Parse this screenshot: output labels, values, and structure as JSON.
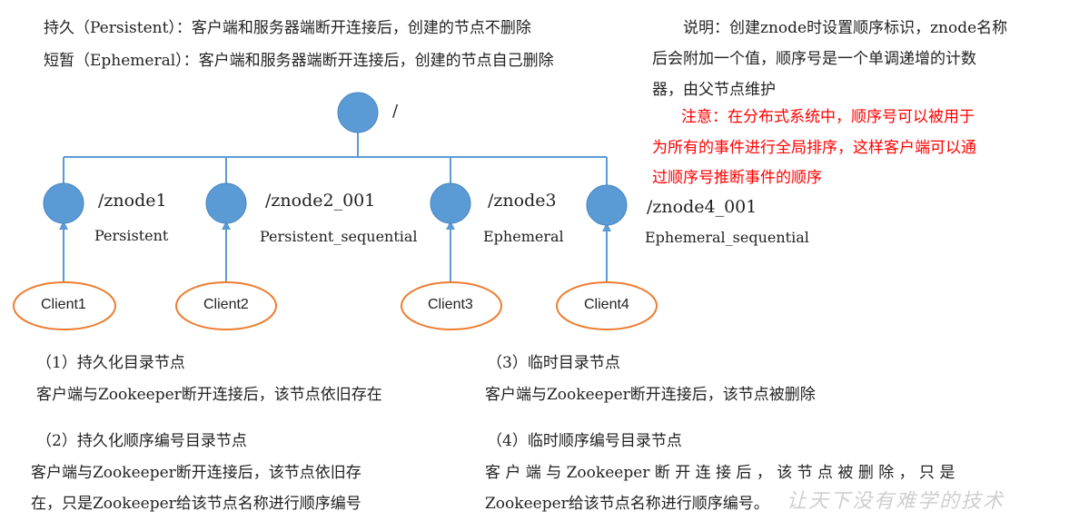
{
  "top_notes": {
    "persistent": "持久（Persistent）：客户端和服务器端断开连接后，创建的节点不删除",
    "ephemeral": "短暂（Ephemeral）：客户端和服务器端断开连接后，创建的节点自己删除"
  },
  "explanation": {
    "line1": "说明：创建znode时设置顺序标识，znode名称",
    "line2": "后会附加一个值，顺序号是一个单调递增的计数",
    "line3": "器，由父节点维护",
    "notice1": "注意：在分布式系统中，顺序号可以被用于",
    "notice2": "为所有的事件进行全局排序，这样客户端可以通",
    "notice3": "过顺序号推断事件的顺序"
  },
  "tree": {
    "root_label": "/",
    "nodes": [
      {
        "path": "/znode1",
        "type": "Persistent",
        "client": "Client1"
      },
      {
        "path": "/znode2_001",
        "type": "Persistent_sequential",
        "client": "Client2"
      },
      {
        "path": "/znode3",
        "type": "Ephemeral",
        "client": "Client3"
      },
      {
        "path": "/znode4_001",
        "type": "Ephemeral_sequential",
        "client": "Client4"
      }
    ],
    "node_color": "#5b9bd5",
    "client_border_color": "#ed7d31",
    "line_color": "#5b9bd5"
  },
  "descriptions": [
    {
      "title": "（1）持久化目录节点",
      "line1": "客户端与Zookeeper断开连接后，该节点依旧存在",
      "line2": ""
    },
    {
      "title": "（2）持久化顺序编号目录节点",
      "line1": "客户端与Zookeeper断开连接后，该节点依旧存",
      "line2": "在，只是Zookeeper给该节点名称进行顺序编号"
    },
    {
      "title": "（3）临时目录节点",
      "line1": "客户端与Zookeeper断开连接后，该节点被删除",
      "line2": ""
    },
    {
      "title": "（4）临时顺序编号目录节点",
      "line1": "客 户 端 与 Zookeeper 断 开 连 接 后 ， 该 节 点 被 删 除 ， 只 是",
      "line2": "Zookeeper给该节点名称进行顺序编号。"
    }
  ],
  "watermark": "让天下没有难学的技术"
}
